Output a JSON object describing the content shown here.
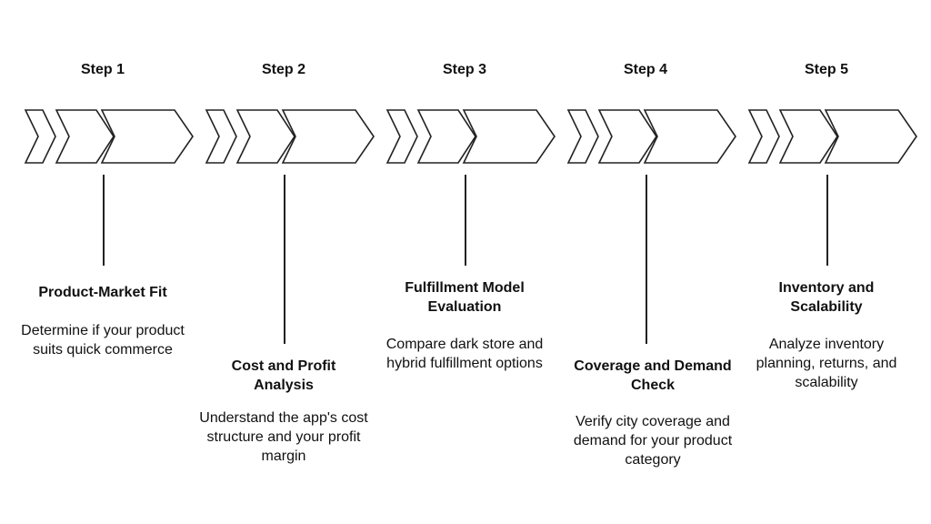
{
  "steps": [
    {
      "label": "Step 1",
      "title": "Product-Market Fit",
      "description": "Determine if your product suits quick commerce"
    },
    {
      "label": "Step 2",
      "title": "Cost and Profit Analysis",
      "description": "Understand the app's cost structure and your profit margin"
    },
    {
      "label": "Step 3",
      "title": "Fulfillment Model Evaluation",
      "description": "Compare dark store and hybrid fulfillment options"
    },
    {
      "label": "Step 4",
      "title": "Coverage and Demand Check",
      "description": "Verify city coverage and demand for your product category"
    },
    {
      "label": "Step 5",
      "title": "Inventory and Scalability",
      "description": "Analyze inventory planning, returns, and scalability"
    }
  ],
  "style": {
    "stroke": "#222222",
    "background": "#ffffff"
  }
}
